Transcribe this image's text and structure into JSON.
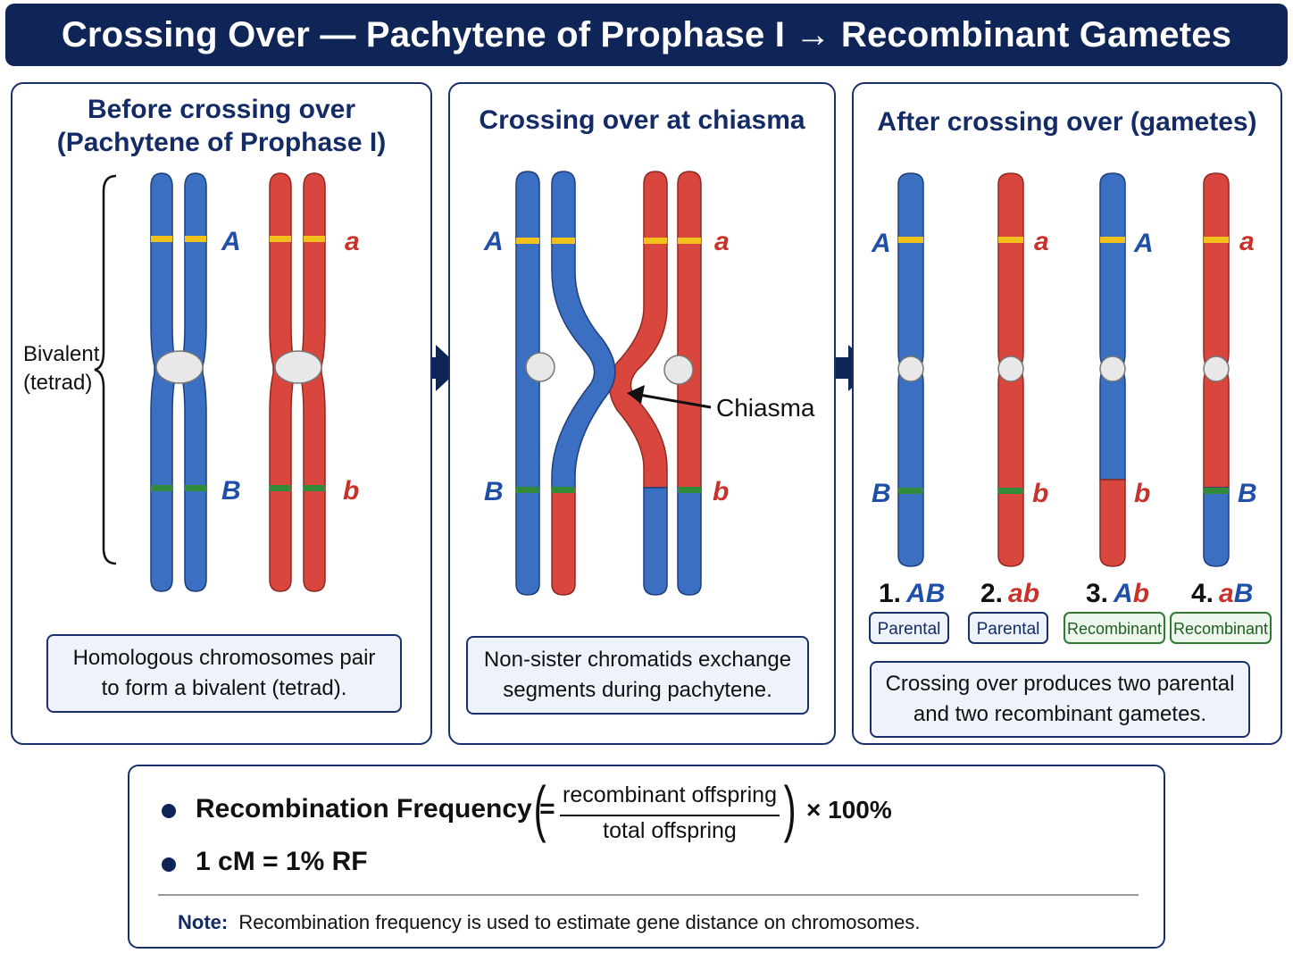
{
  "title": "Crossing Over — Pachytene of Prophase I → Recombinant Gametes",
  "colors": {
    "maternal_blue": "#3b6fc1",
    "paternal_red": "#d9463d",
    "locus_A_yellow": "#f2c21b",
    "locus_B_green": "#2f8a3a",
    "navy": "#0f2457",
    "recombinant_green": "#2f7a2f"
  },
  "panel1": {
    "title_line1": "Before crossing over",
    "title_line2": "(Pachytene of Prophase I)",
    "bracket_label_line1": "Bivalent",
    "bracket_label_line2": "(tetrad)",
    "allele_A": "A",
    "allele_B": "B",
    "allele_a": "a",
    "allele_b": "b",
    "caption_line1": "Homologous chromosomes pair",
    "caption_line2": "to form a bivalent (tetrad)."
  },
  "panel2": {
    "title": "Crossing over at chiasma",
    "allele_A": "A",
    "allele_B": "B",
    "allele_a": "a",
    "allele_b": "b",
    "chiasma_label": "Chiasma",
    "caption_line1": "Non-sister chromatids exchange",
    "caption_line2": "segments during pachytene."
  },
  "panel3": {
    "title": "After crossing over (gametes)",
    "gametes": [
      {
        "number": "1.",
        "g1": "A",
        "g2": "B",
        "top_allele": "A",
        "bottom_allele": "B",
        "type": "Parental"
      },
      {
        "number": "2.",
        "g1": "a",
        "g2": "b",
        "top_allele": "a",
        "bottom_allele": "b",
        "type": "Parental"
      },
      {
        "number": "3.",
        "g1": "A",
        "g2": "b",
        "top_allele": "A",
        "bottom_allele": "b",
        "type": "Recombinant"
      },
      {
        "number": "4.",
        "g1": "a",
        "g2": "B",
        "top_allele": "a",
        "bottom_allele": "B",
        "type": "Recombinant"
      }
    ],
    "caption_line1": "Crossing over produces two parental",
    "caption_line2": "and two recombinant gametes."
  },
  "formula": {
    "rf_label": "Recombination Frequency =",
    "numerator": "recombinant offspring",
    "denominator": "total offspring",
    "multiplier": "× 100%",
    "cm_rule": "1 cM = 1% RF",
    "note_label": "Note:",
    "note_text": "Recombination frequency is used to estimate gene distance on chromosomes."
  }
}
